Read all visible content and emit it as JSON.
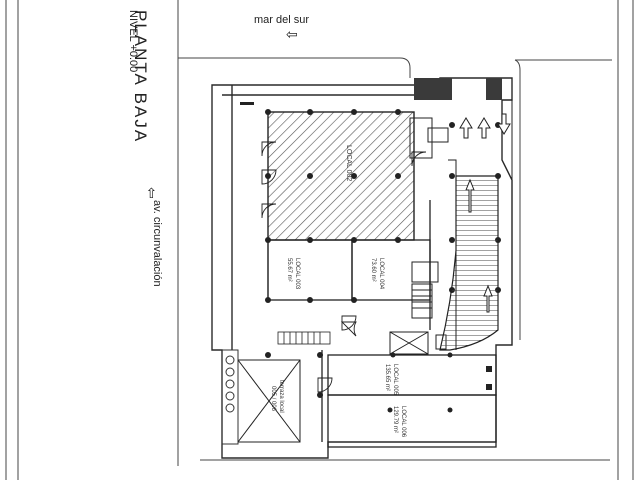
{
  "sheet": {
    "title": "PLANTA BAJA",
    "level": "NIVEL +0.00"
  },
  "streets": {
    "north": "mar del sur",
    "west": "av. circunvalación"
  },
  "rooms": {
    "local_002_name": "LOCAL 002",
    "local_003_name": "LOCAL 003",
    "local_003_area": "55.67 m²",
    "local_004_name": "LOCAL 004",
    "local_004_area": "73.60 m²",
    "local_005_name": "LOCAL 005",
    "local_005_area": "135.65 m²",
    "local_006_name": "LOCAL 006",
    "local_006_area": "129.79 m²",
    "terraza_name": "terraza local",
    "terraza_ref": "005 / 006"
  },
  "colors": {
    "line": "#2a2a2a",
    "hatch": "#555555",
    "paper": "#ffffff"
  }
}
